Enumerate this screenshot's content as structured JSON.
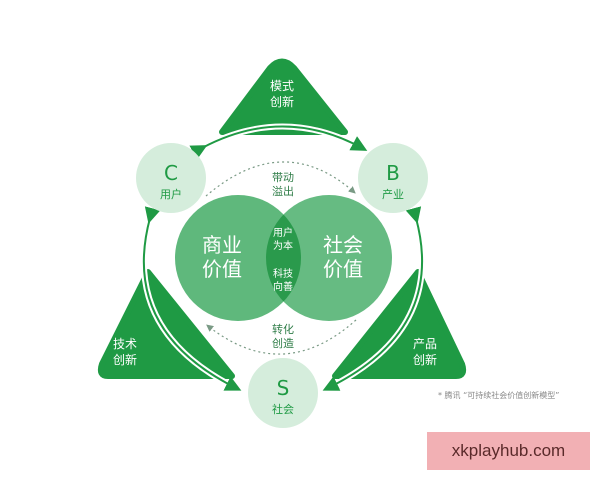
{
  "triangles": [
    {
      "line1": "模式",
      "line2": "创新"
    },
    {
      "line1": "技术",
      "line2": "创新"
    },
    {
      "line1": "产品",
      "line2": "创新"
    }
  ],
  "nodes": [
    {
      "letter": "C",
      "label": "用户"
    },
    {
      "letter": "B",
      "label": "产业"
    },
    {
      "letter": "S",
      "label": "社会"
    }
  ],
  "venn": {
    "left": {
      "line1": "商业",
      "line2": "价值"
    },
    "right": {
      "line1": "社会",
      "line2": "价值"
    },
    "center": {
      "line1": "用户",
      "line2": "为本",
      "line3": "科技",
      "line4": "向善"
    }
  },
  "flows": {
    "top": {
      "line1": "带动",
      "line2": "溢出"
    },
    "bottom": {
      "line1": "转化",
      "line2": "创造"
    }
  },
  "caption": "* 腾讯 “可持续社会价值创新模型”",
  "watermark": "xkplayhub.com",
  "colors": {
    "dark_green": "#1f9a44",
    "venn_green": "#5fb87c",
    "overlap_green": "#2a9a4c",
    "node_light": "#d5eddc",
    "watermark_bg": "#f2b0b4"
  }
}
